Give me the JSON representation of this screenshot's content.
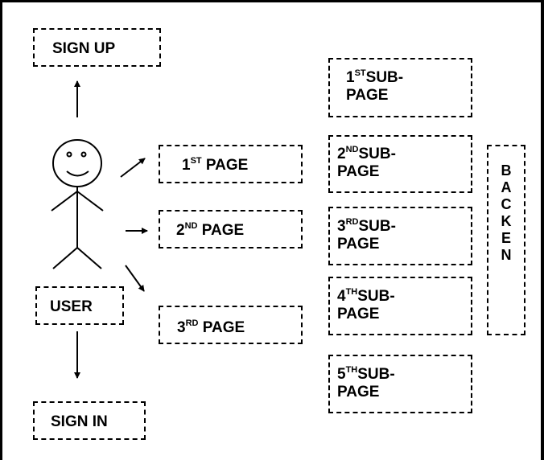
{
  "actor": {
    "label": "USER"
  },
  "signup": {
    "label": "SIGN UP"
  },
  "signin": {
    "label": "SIGN IN"
  },
  "pages": [
    {
      "num": "1",
      "sup": "ST",
      "text": "PAGE"
    },
    {
      "num": "2",
      "sup": "ND",
      "text": "PAGE"
    },
    {
      "num": "3",
      "sup": "RD",
      "text": "PAGE"
    }
  ],
  "subpages": [
    {
      "num": "1",
      "sup": "ST",
      "line1": "SUB-",
      "line2": "PAGE"
    },
    {
      "num": "2",
      "sup": "ND",
      "line1": "SUB-",
      "line2": "PAGE"
    },
    {
      "num": "3",
      "sup": "RD",
      "line1": "SUB-",
      "line2": "PAGE"
    },
    {
      "num": "4",
      "sup": "TH",
      "line1": "SUB-",
      "line2": "PAGE"
    },
    {
      "num": "5",
      "sup": "TH",
      "line1": "SUB-",
      "line2": "PAGE"
    }
  ],
  "backend": {
    "letters": [
      "B",
      "A",
      "C",
      "K",
      "E",
      "N"
    ]
  }
}
